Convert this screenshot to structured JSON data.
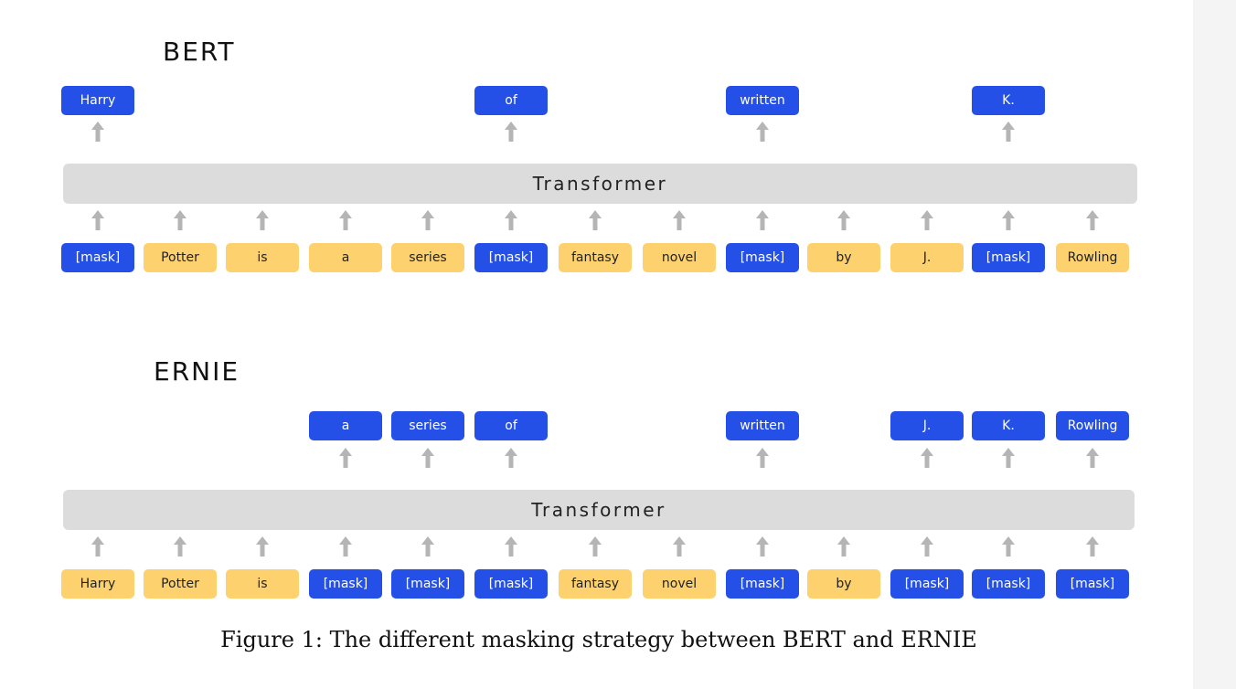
{
  "bert": {
    "title": "BERT",
    "transformer_label": "Transformer",
    "input_tokens": [
      {
        "text": "[mask]",
        "masked": true
      },
      {
        "text": "Potter",
        "masked": false
      },
      {
        "text": "is",
        "masked": false
      },
      {
        "text": "a",
        "masked": false
      },
      {
        "text": "series",
        "masked": false
      },
      {
        "text": "[mask]",
        "masked": true
      },
      {
        "text": "fantasy",
        "masked": false
      },
      {
        "text": "novel",
        "masked": false
      },
      {
        "text": "[mask]",
        "masked": true
      },
      {
        "text": "by",
        "masked": false
      },
      {
        "text": "J.",
        "masked": false
      },
      {
        "text": "[mask]",
        "masked": true
      },
      {
        "text": "Rowling",
        "masked": false
      }
    ],
    "output_tokens": [
      {
        "column": 0,
        "text": "Harry"
      },
      {
        "column": 5,
        "text": "of"
      },
      {
        "column": 8,
        "text": "written"
      },
      {
        "column": 11,
        "text": "K."
      }
    ]
  },
  "ernie": {
    "title": "ERNIE",
    "transformer_label": "Transformer",
    "input_tokens": [
      {
        "text": "Harry",
        "masked": false
      },
      {
        "text": "Potter",
        "masked": false
      },
      {
        "text": "is",
        "masked": false
      },
      {
        "text": "[mask]",
        "masked": true
      },
      {
        "text": "[mask]",
        "masked": true
      },
      {
        "text": "[mask]",
        "masked": true
      },
      {
        "text": "fantasy",
        "masked": false
      },
      {
        "text": "novel",
        "masked": false
      },
      {
        "text": "[mask]",
        "masked": true
      },
      {
        "text": "by",
        "masked": false
      },
      {
        "text": "[mask]",
        "masked": true
      },
      {
        "text": "[mask]",
        "masked": true
      },
      {
        "text": "[mask]",
        "masked": true
      }
    ],
    "output_tokens": [
      {
        "column": 3,
        "text": "a"
      },
      {
        "column": 4,
        "text": "series"
      },
      {
        "column": 5,
        "text": "of"
      },
      {
        "column": 8,
        "text": "written"
      },
      {
        "column": 10,
        "text": "J."
      },
      {
        "column": 11,
        "text": "K."
      },
      {
        "column": 12,
        "text": "Rowling"
      }
    ]
  },
  "caption": "Figure 1: The different masking strategy between BERT and ERNIE",
  "colors": {
    "masked_token": "#2550e8",
    "visible_token": "#fdd26e",
    "transformer_bar": "#dcdcdc",
    "arrow": "#b5b5b5"
  }
}
